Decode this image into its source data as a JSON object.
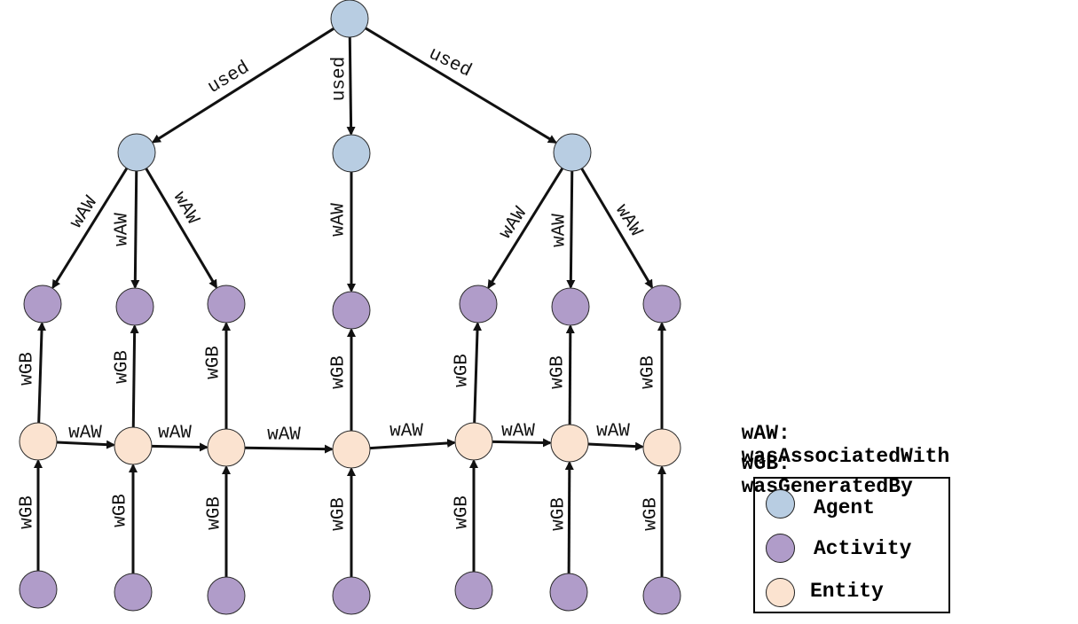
{
  "colors": {
    "agent": "#b8cde2",
    "activity": "#b09cc9",
    "entity": "#fbe3d0",
    "stroke": "#111111"
  },
  "labels": {
    "used": "used",
    "waw": "wAW",
    "wgb": "wGB"
  },
  "abbreviations": [
    {
      "abbr": "wAW:",
      "full": "wasAssociatedWith"
    },
    {
      "abbr": "wGB:",
      "full": "wasGeneratedBy"
    }
  ],
  "legend": [
    {
      "type": "agent",
      "label": "Agent"
    },
    {
      "type": "activity",
      "label": "Activity"
    },
    {
      "type": "entity",
      "label": "Entity"
    }
  ]
}
